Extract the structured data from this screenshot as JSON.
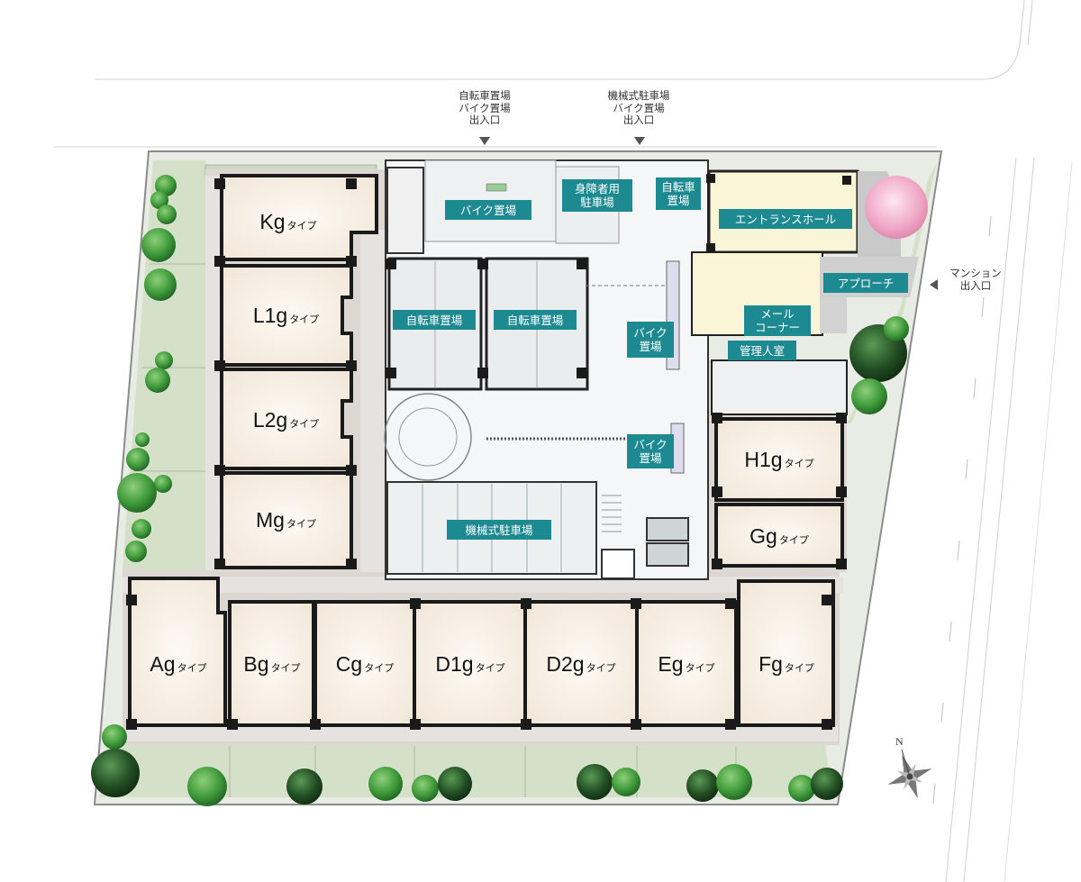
{
  "units": [
    {
      "code": "Kg",
      "suffix": "タイプ"
    },
    {
      "code": "L1g",
      "suffix": "タイプ"
    },
    {
      "code": "L2g",
      "suffix": "タイプ"
    },
    {
      "code": "Mg",
      "suffix": "タイプ"
    },
    {
      "code": "Ag",
      "suffix": "タイプ"
    },
    {
      "code": "Bg",
      "suffix": "タイプ"
    },
    {
      "code": "Cg",
      "suffix": "タイプ"
    },
    {
      "code": "D1g",
      "suffix": "タイプ"
    },
    {
      "code": "D2g",
      "suffix": "タイプ"
    },
    {
      "code": "Eg",
      "suffix": "タイプ"
    },
    {
      "code": "Fg",
      "suffix": "タイプ"
    },
    {
      "code": "H1g",
      "suffix": "タイプ"
    },
    {
      "code": "Gg",
      "suffix": "タイプ"
    }
  ],
  "facilities": {
    "bike_parking_top": "バイク置場",
    "accessible_parking": "身障者用\n駐車場",
    "bicycle_parking_top": "自転車\n置場",
    "entrance_hall": "エントランスホール",
    "approach": "アプローチ",
    "bicycle_parking_left": "自転車置場",
    "bicycle_parking_right": "自転車置場",
    "bike_parking_mid": "バイク\n置場",
    "mail_corner": "メール\nコーナー",
    "manager_room": "管理人室",
    "bike_parking_low": "バイク\n置場",
    "mechanical_parking": "機械式駐車場"
  },
  "entrances": {
    "bicycle_bike": "自転車置場\nバイク置場\n出入口",
    "mechanical_bike": "機械式駐車場\nバイク置場\n出入口",
    "mansion": "マンション\n出入口"
  },
  "compass": {
    "north": "N"
  },
  "colors": {
    "tag": "#1d8a91",
    "unit_fill": "#f6eee4",
    "lawn": "#d4e0c8",
    "wall": "#222222",
    "corridor": "#e6e2df"
  }
}
